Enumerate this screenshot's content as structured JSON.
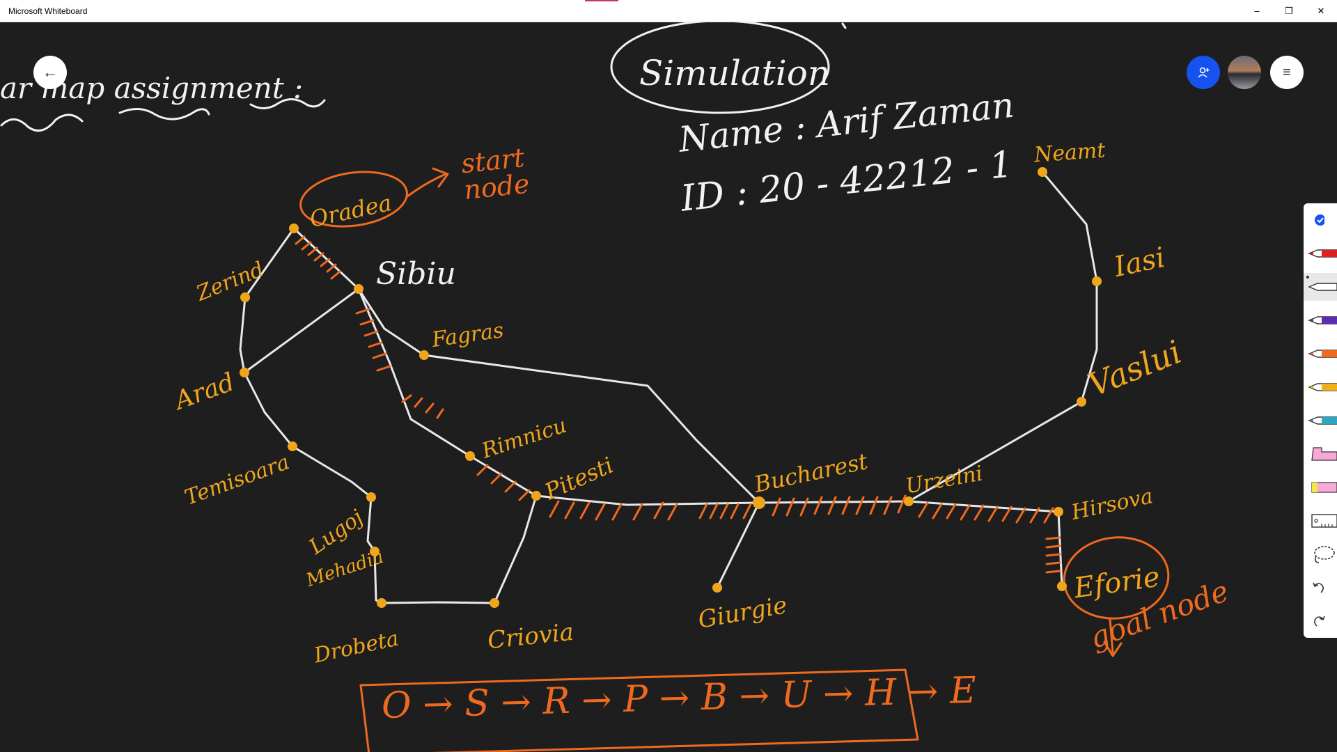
{
  "window": {
    "title": "Microsoft Whiteboard",
    "controls": {
      "minimize": "–",
      "restore": "❐",
      "close": "✕"
    }
  },
  "top_controls": {
    "back_icon": "←",
    "share_icon": "person-icon",
    "menu_icon": "≡"
  },
  "board": {
    "heading_partial": "ar map assignment :",
    "simulation": "Simulation",
    "name_line": "Name : Arif Zaman",
    "id_line": "ID : 20 - 42212 - 1",
    "start_note": "start node",
    "goal_note": "goal node",
    "path_result": "O → S → R → P → B → U → H → E",
    "cities": {
      "oradea": "Oradea",
      "zerind": "Zerind",
      "sibiu": "Sibiu",
      "arad": "Arad",
      "fagaras": "Fagras",
      "timisoara": "Temisoara",
      "rimnicu": "Rimnicu",
      "lugoj": "Lugoj",
      "mehadia": "Mehadia",
      "drobeta": "Drobeta",
      "craiova": "Criovia",
      "pitesti": "Pitesti",
      "bucharest": "Bucharest",
      "giurgiu": "Giurgie",
      "urziceni": "Urzeini",
      "hirsova": "Hirsova",
      "eforie": "Eforie",
      "neamt": "Neamt",
      "iasi": "Iasi",
      "vaslui": "Vaslui"
    }
  },
  "colors": {
    "background": "#1e1e1e",
    "city_ink": "#f0a61c",
    "path_ink": "#ef6a1f",
    "note_ink": "#f2f2f2",
    "share": "#1652f0"
  },
  "toolbar": {
    "tools": [
      "check-icon",
      "red-pen-icon",
      "white-pen-icon",
      "purple-pen-icon",
      "orange-pen-icon",
      "yellow-pen-icon",
      "teal-pen-icon",
      "pink-highlighter-icon",
      "yellow-highlighter-icon",
      "ruler-icon",
      "lasso-icon",
      "undo-icon",
      "redo-icon"
    ]
  }
}
